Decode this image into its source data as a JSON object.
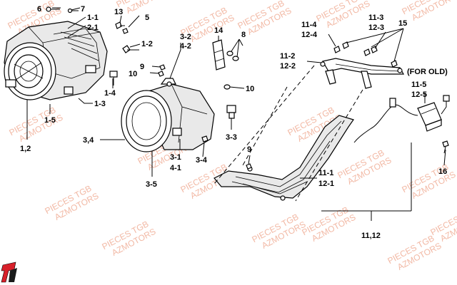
{
  "diagram": {
    "note": "(FOR OLD)",
    "callouts": {
      "c6": "6",
      "c7": "7",
      "c13": "13",
      "c5": "5",
      "c1_1": "1-1",
      "c2_1": "2-1",
      "c1_2": "1-2",
      "c9a": "9",
      "c10a": "10",
      "c1_4": "1-4",
      "c1_3": "1-3",
      "c1_5": "1-5",
      "c12": "1,2",
      "c3_2": "3-2",
      "c4_2": "4-2",
      "c14": "14",
      "c8": "8",
      "c10b": "10",
      "c34": "3,4",
      "c3_3": "3-3",
      "c3_1": "3-1",
      "c4_1": "4-1",
      "c3_4": "3-4",
      "c3_5": "3-5",
      "c9b": "9",
      "c11_4": "11-4",
      "c12_4": "12-4",
      "c11_3": "11-3",
      "c12_3": "12-3",
      "c15": "15",
      "c11_2": "11-2",
      "c12_2": "12-2",
      "c11_5": "11-5",
      "c12_5": "12-5",
      "c16": "16",
      "c11_1": "11-1",
      "c12_1": "12-1",
      "c11_12": "11,12"
    }
  },
  "watermark": {
    "line1": "PIECES TGB",
    "line2": "AZMOTORS"
  },
  "logo": {
    "text": "TGB"
  }
}
